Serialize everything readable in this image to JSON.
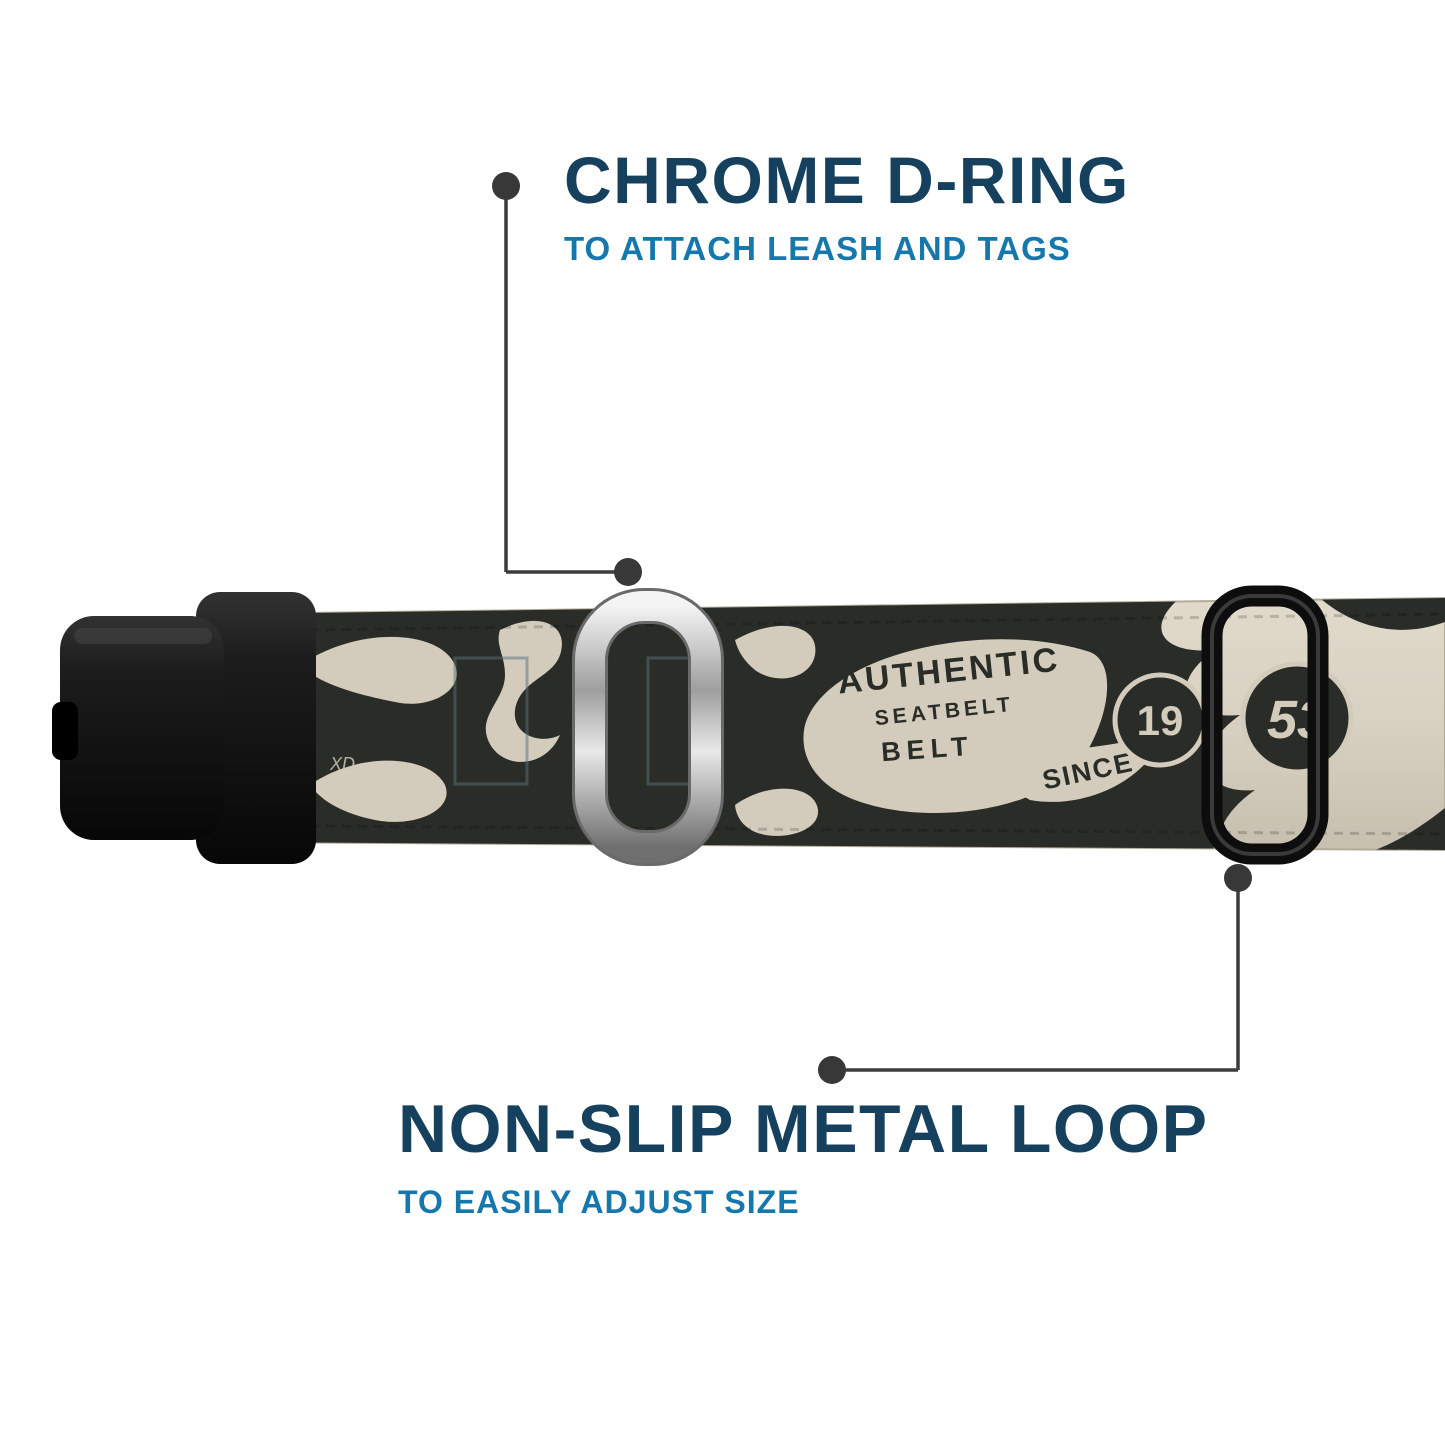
{
  "callouts": {
    "top": {
      "title": "CHROME D-RING",
      "subtitle": "TO ATTACH LEASH AND TAGS"
    },
    "bottom": {
      "title": "NON-SLIP METAL LOOP",
      "subtitle": "TO EASILY ADJUST SIZE"
    }
  },
  "collar": {
    "pattern_text": {
      "authentic": "AUTHENTIC",
      "seatbelt": "SEATBELT",
      "belt": "BELT",
      "since": "SINCE",
      "year_left": "19",
      "year_right": "53",
      "maker_mark": "XD"
    }
  },
  "colors": {
    "title_navy": "#15405e",
    "subtitle_blue": "#1577ab",
    "connector_gray": "#3c3c3c",
    "strap_tan": "#d8d1c2",
    "flame_dark": "#2a2d27",
    "buckle_black": "#141414",
    "chrome_silver": "#c9c9c9",
    "background": "#ffffff"
  }
}
